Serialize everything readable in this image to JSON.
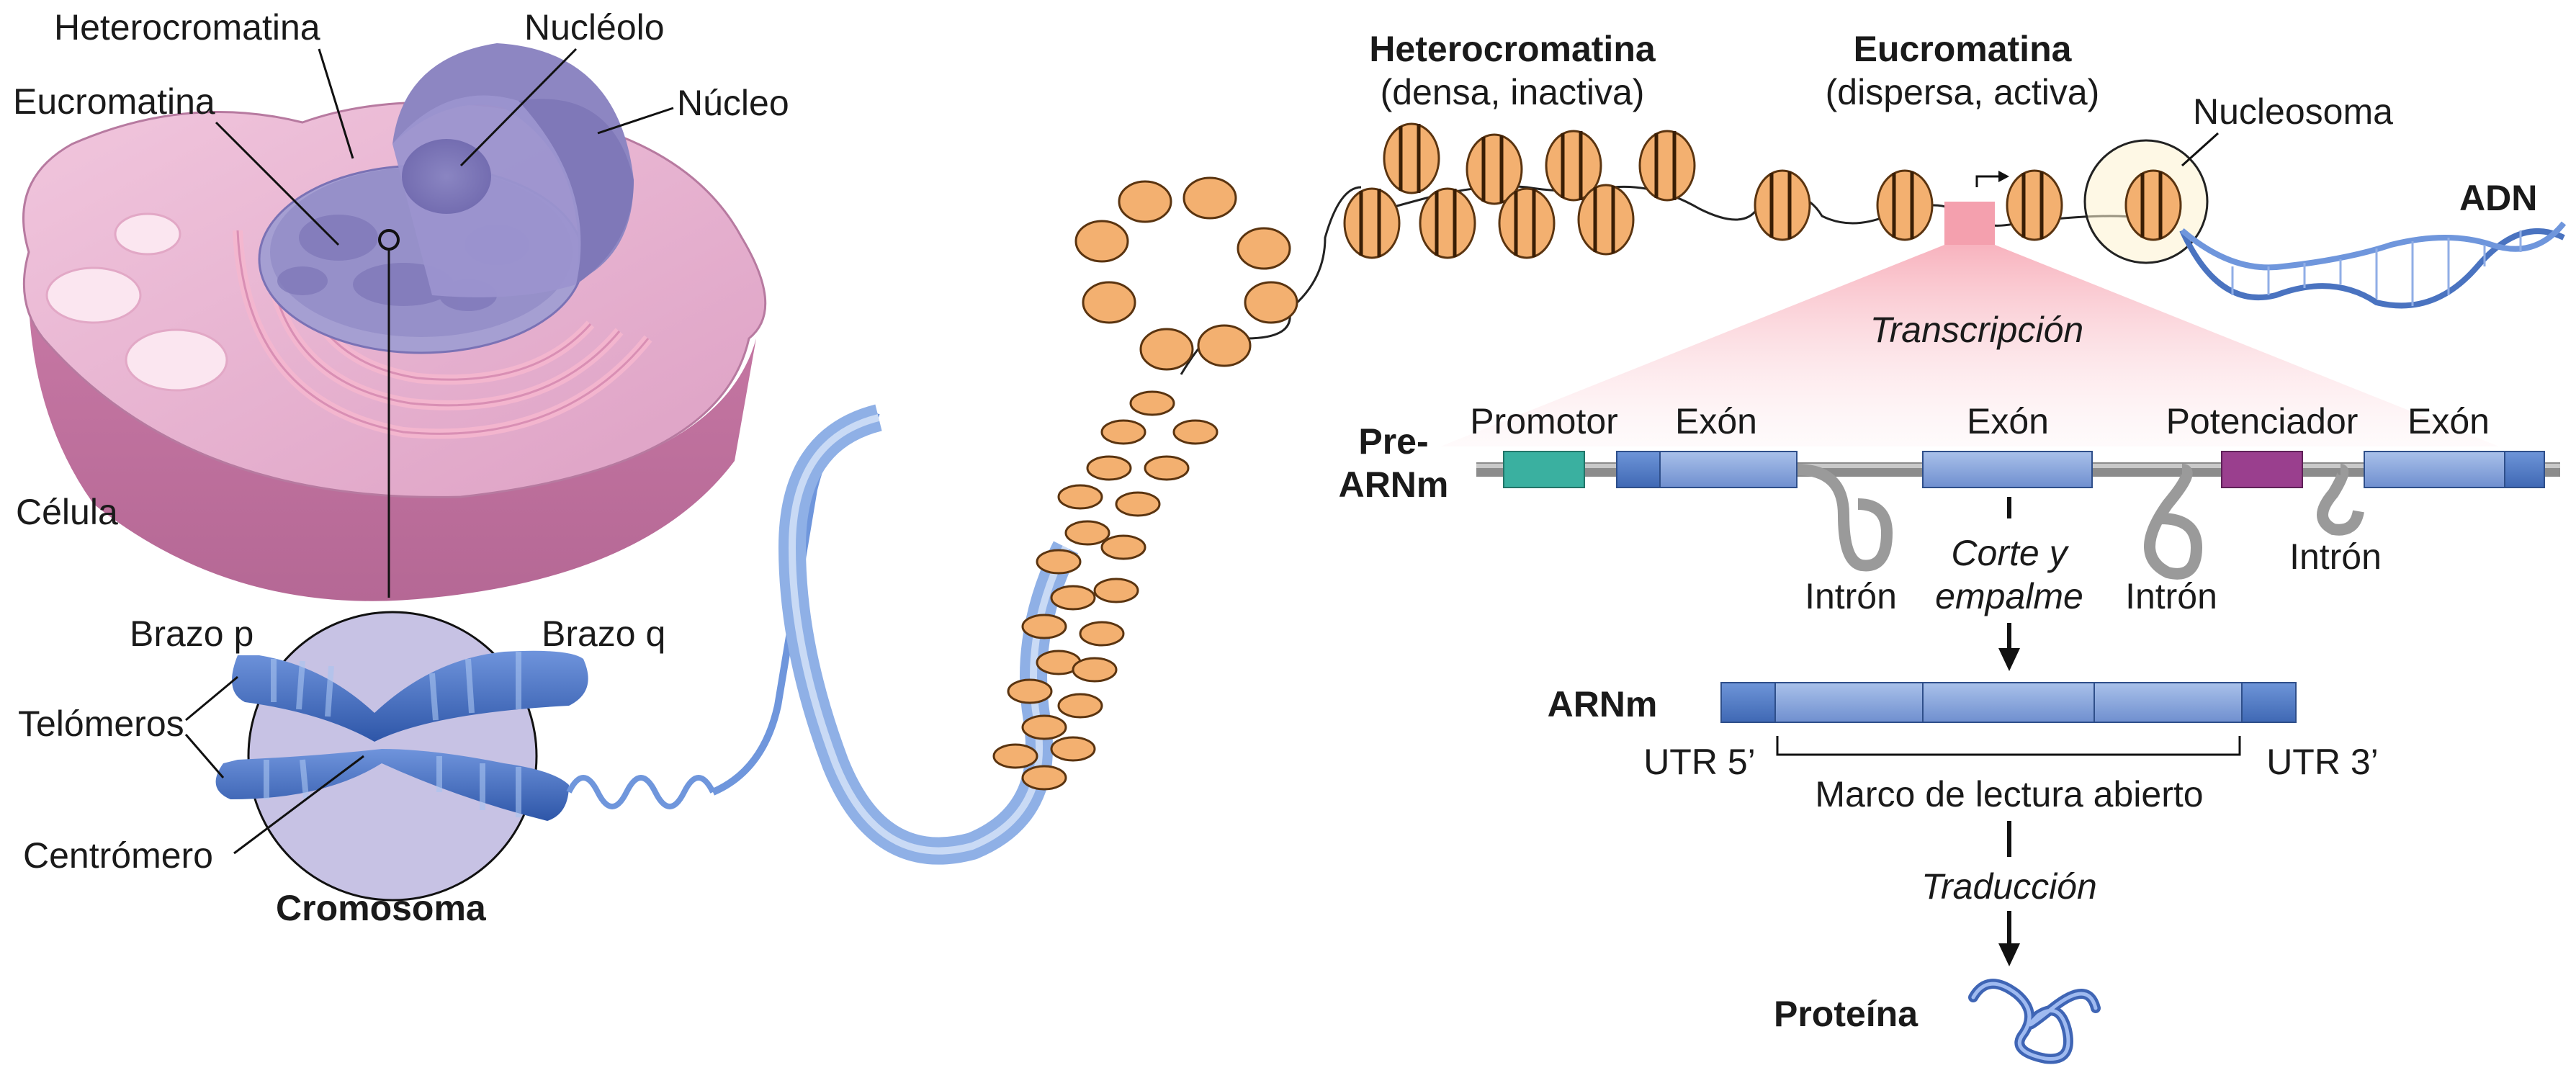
{
  "labels": {
    "heterocromatina_cell": "Heterocromatina",
    "nucleolo": "Nucléolo",
    "eucromatina_cell": "Eucromatina",
    "nucleo": "Núcleo",
    "celula": "Célula",
    "brazo_p": "Brazo p",
    "brazo_q": "Brazo q",
    "telomeros": "Telómeros",
    "centromero": "Centrómero",
    "cromosoma": "Cromosoma",
    "heterocromatina_title": "Heterocromatina",
    "heterocromatina_sub": "(densa, inactiva)",
    "eucromatina_title": "Eucromatina",
    "eucromatina_sub": "(dispersa, activa)",
    "nucleosoma": "Nucleosoma",
    "adn": "ADN",
    "transcripcion": "Transcripción",
    "pre_arnm_line1": "Pre-",
    "pre_arnm_line2": "ARNm",
    "promotor": "Promotor",
    "exon1": "Exón",
    "exon2": "Exón",
    "potenciador": "Potenciador",
    "exon3": "Exón",
    "intron1": "Intrón",
    "intron2": "Intrón",
    "intron3": "Intrón",
    "corte_line1": "Corte y",
    "corte_line2": "empalme",
    "arnm": "ARNm",
    "utr5": "UTR 5’",
    "utr3": "UTR 3’",
    "marco": "Marco de lectura abierto",
    "traduccion": "Traducción",
    "proteina": "Proteína"
  },
  "colors": {
    "cell_pink": "#e3a6c8",
    "nucleus_purple": "#8f86c6",
    "chromosome_blue": "#4a73c0",
    "nucleosome_orange": "#f3b070",
    "promotor_teal": "#38a89a",
    "potenciador_purple": "#9a3f8e",
    "exon_blue": "#87a4d8",
    "transcription_pink": "#f08a9a"
  }
}
